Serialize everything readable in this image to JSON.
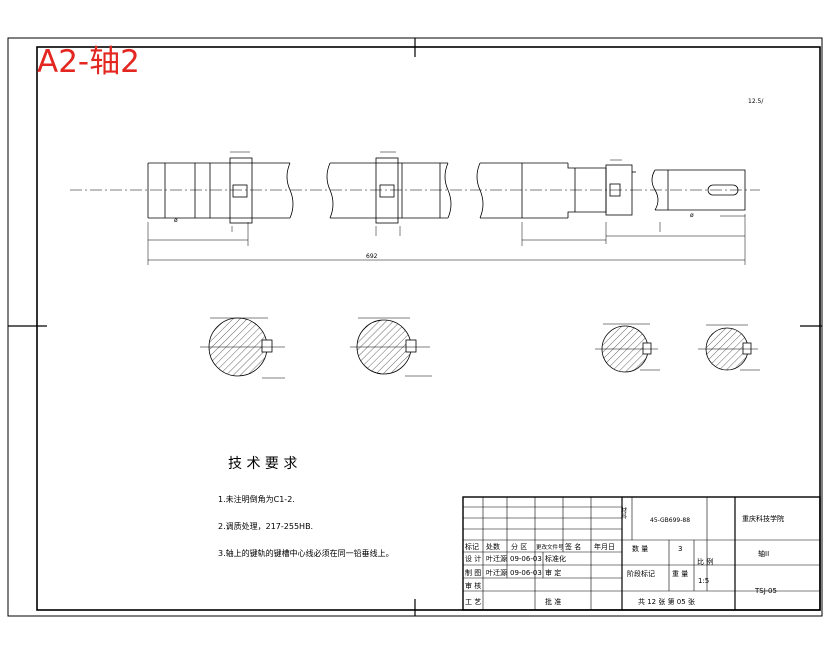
{
  "drawing_label": "A2-轴2",
  "colors": {
    "label": "#e3261f",
    "line": "#000000",
    "hatch": "#000000"
  },
  "roughness_mark": "12.5/",
  "dimensions": {
    "overall_length": "692",
    "phi_left": "ø",
    "phi_right": "ø"
  },
  "tech_req": {
    "title": "技 术 要 求",
    "items": [
      "1.未注明倒角为C1-2.",
      "2.调质处理，217-255HB.",
      "3.轴上的键轨的键槽中心线必须在同一铅垂线上。"
    ]
  },
  "title_block": {
    "material_label": "材料",
    "material_value": "45-GB699-88",
    "school": "重庆科技学院",
    "part_name": "轴II",
    "drawing_no": "TSJ-05",
    "qty_label": "数 量",
    "qty_value": "3",
    "stage_label": "阶段标记",
    "weight_label": "重 量",
    "scale_label": "比 例",
    "scale_value": "1:5",
    "sheet_info": "共 12 张 第 05 张",
    "header_cols": [
      "标记",
      "处数",
      "分 区",
      "更改文件号",
      "签 名",
      "年月日"
    ],
    "design_label": "设 计",
    "design_name": "叶迁源",
    "design_date": "09-06-03",
    "std_label": "标准化",
    "draw_label": "制 图",
    "draw_name": "叶迁源",
    "draw_date": "09-06-03",
    "review_label": "审 定",
    "check_label": "审 核",
    "process_label": "工 艺",
    "approve_label": "批 准"
  }
}
